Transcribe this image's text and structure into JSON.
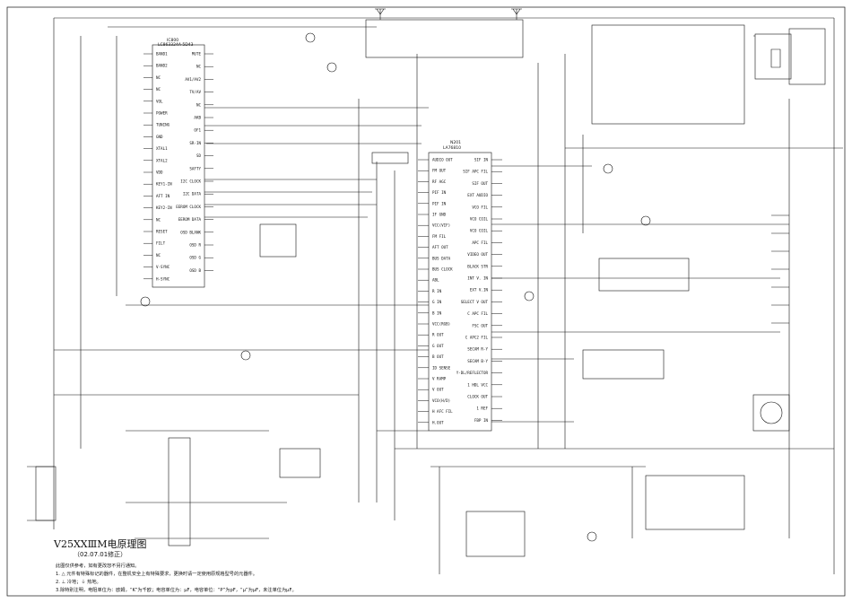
{
  "diagram": {
    "title": "V25XXⅢM电原理图",
    "date": "（02.07.01修正）",
    "notes": [
      "此图仅供参考，如有更改恕不另行通知。",
      "1. △ 元件有特殊标记的器件，在整机安全上有特殊要求，更换时请一定使用原规格型号的元器件。",
      "2. ⊥ 冷地；⏚ 热地。",
      "3.除特别注明，电阻单位为：欧姆，“K”为千欧；电容单位为：μF，电容单位：“P”为pF，“μ”为μF，未注单位为μF。"
    ],
    "ics": [
      {
        "ref": "IC800",
        "part": "LC863324A-5D43"
      },
      {
        "ref": "N201",
        "part": "LA76810"
      }
    ],
    "mcu_pins_left": [
      "BAND1",
      "BAND2",
      "NC",
      "NC",
      "VOL",
      "POWER",
      "TUNING",
      "GND",
      "XTAL1",
      "XTAL2",
      "VDD",
      "KEY1-IN",
      "AFT IN",
      "KEY2-IN",
      "NC",
      "RESET",
      "FILT",
      "NC",
      "V-SYNC",
      "H-SYNC"
    ],
    "mcu_pins_right": [
      "MUTE",
      "NC",
      "AV1/AV2",
      "TV/AV",
      "NC",
      "AKB",
      "OF1",
      "SR-IN",
      "SD",
      "SAFTY",
      "I2C CLOCK",
      "I2C DATA",
      "EEROM CLOCK",
      "EEROM DATA",
      "OSD BLANK",
      "OSD R",
      "OSD G",
      "OSD B"
    ],
    "main_pins_left": [
      "AUDIO OUT",
      "FM OUT",
      "RF AGC",
      "PIF IN",
      "PIF IN",
      "IF GND",
      "VCC(VIF)",
      "FM FIL",
      "AFT OUT",
      "BUS DATA",
      "BUS CLOCK",
      "ABL",
      "R IN",
      "G IN",
      "B IN",
      "VCC(RGB)",
      "R OUT",
      "G OUT",
      "B OUT",
      "ID SENSE",
      "V RAMP",
      "V OUT",
      "VCO(H/D)",
      "H AFC FIL",
      "H.OUT"
    ],
    "main_pins_right": [
      "SIF IN",
      "SIF APC FIL",
      "SIF OUT",
      "EXT AUDIO",
      "VCO FIL",
      "VCO COIL",
      "VCO COIL",
      "APC FIL",
      "VIDEO OUT",
      "BLACK STR",
      "INT V. IN",
      "EXT V.IN",
      "SELECT V OUT",
      "C APC FIL",
      "FSC OUT",
      "C APC2 FIL",
      "SECAM R-Y",
      "SECAM B-Y",
      "Y-DL/REFLECTOR",
      "1 HDL VCC",
      "CLOCK OUT",
      "1 REF",
      "FBP IN"
    ]
  }
}
